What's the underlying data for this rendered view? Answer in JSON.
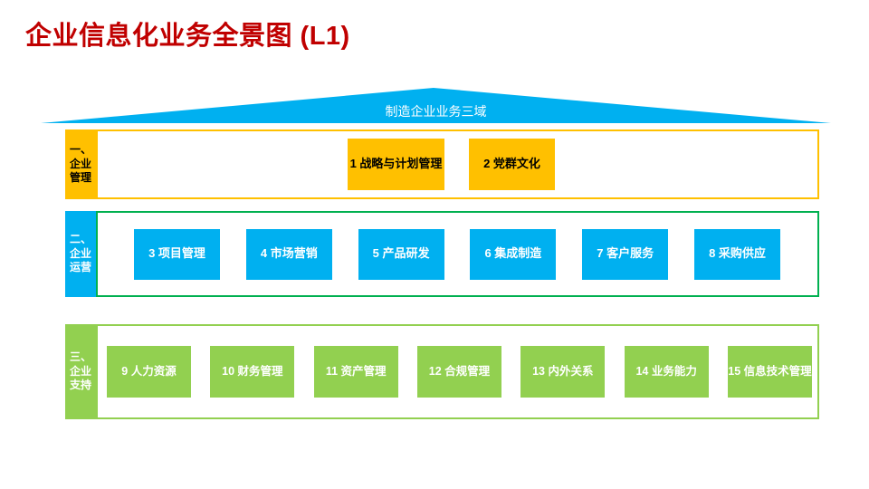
{
  "title": "企业信息化业务全景图 (L1)",
  "roof": {
    "label": "制造企业业务三域"
  },
  "colors": {
    "title_red": "#C00000",
    "yellow": "#FFC000",
    "blue": "#00B0F0",
    "light_green": "#92D050",
    "dark_green_border": "#00B050"
  },
  "rows": [
    {
      "name": "一、企业管理",
      "label": "一、\n企业\n管理",
      "boxes": [
        "1 战略与计划管理",
        "2 党群文化"
      ]
    },
    {
      "name": "二、企业运营",
      "label": "二、\n企业\n运营",
      "boxes": [
        "3 项目管理",
        "4 市场营销",
        "5 产品研发",
        "6 集成制造",
        "7 客户服务",
        "8 采购供应"
      ]
    },
    {
      "name": "三、企业支持",
      "label": "三、\n企业\n支持",
      "boxes": [
        "9 人力资源",
        "10 财务管理",
        "11 资产管理",
        "12 合规管理",
        "13 内外关系",
        "14 业务能力",
        "15 信息技术管理"
      ]
    }
  ]
}
